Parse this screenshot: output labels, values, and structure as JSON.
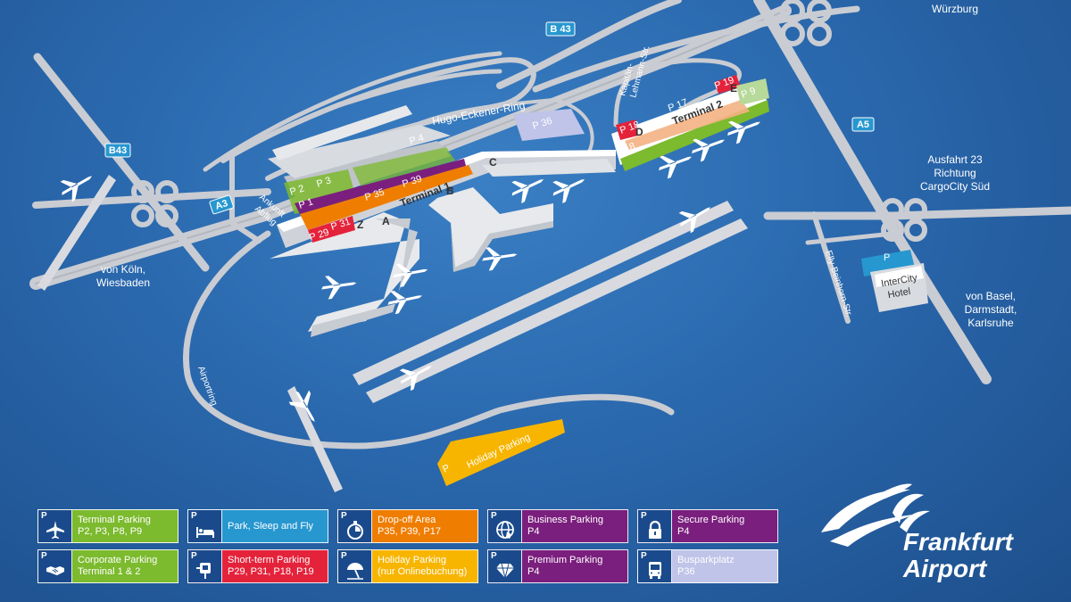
{
  "roads": {
    "b43_top": "B 43",
    "b43_left": "B43",
    "a3": "A3",
    "a5": "A5"
  },
  "places": {
    "wuerzburg": "Würzburg",
    "koeln_1": "von Köln,",
    "koeln_2": "Wiesbaden",
    "ausfahrt_1": "Ausfahrt 23",
    "ausfahrt_2": "Richtung",
    "ausfahrt_3": "CargoCity Süd",
    "basel_1": "von Basel,",
    "basel_2": "Darmstadt,",
    "basel_3": "Karlsruhe",
    "airportring": "Airportring",
    "kapitan_1": "Kapitän-",
    "kapitan_2": "Lehmann-Str.",
    "hugo": "Hugo-Eckener-Ring",
    "elly": "Elly-Beinhorn-Str.",
    "ankunft_1": "Ankunft",
    "ankunft_2": "Abflug",
    "hotel_1": "InterCity",
    "hotel_2": "Hotel",
    "hotel_p": "P"
  },
  "terminals": {
    "t1": "Terminal 1",
    "t2": "Terminal 2",
    "gate_a": "A",
    "gate_b": "B",
    "gate_c": "C",
    "gate_z": "Z",
    "gate_d": "D",
    "gate_e": "E"
  },
  "parking": {
    "p2": "P 2",
    "p3": "P 3",
    "p1": "P 1",
    "p4": "P 4",
    "p35": "P 35",
    "p39": "P 39",
    "p29": "P 29",
    "p31": "P 31",
    "p36": "P 36",
    "p8": "P 8",
    "p9": "P 9",
    "p17": "P 17",
    "p18": "P 18",
    "p19": "P 19",
    "holiday": "Holiday Parking",
    "holiday_p": "P"
  },
  "legend": {
    "p_mark": "P",
    "items": [
      {
        "line1": "Terminal Parking",
        "line2": "P2, P3, P8, P9",
        "color": "#7cba2e",
        "icon": "airplane-icon"
      },
      {
        "line1": "Park, Sleep and Fly",
        "line2": "",
        "color": "#2797d0",
        "icon": "bed-icon"
      },
      {
        "line1": "Drop-off Area",
        "line2": "P35, P39, P17",
        "color": "#ef7d00",
        "icon": "stopwatch-icon"
      },
      {
        "line1": "Business Parking",
        "line2": "P4",
        "color": "#7a1f7d",
        "icon": "globe-icon"
      },
      {
        "line1": "Secure Parking",
        "line2": "P4",
        "color": "#7a1f7d",
        "icon": "lock-icon"
      },
      {
        "line1": "Corporate Parking",
        "line2": "Terminal 1 & 2",
        "color": "#7cba2e",
        "icon": "handshake-icon"
      },
      {
        "line1": "Short-term Parking",
        "line2": "P29, P31, P18, P19",
        "color": "#e4233b",
        "icon": "parking-meter-icon"
      },
      {
        "line1": "Holiday Parking",
        "line2": "(nur Onlinebuchung)",
        "color": "#f7b500",
        "icon": "umbrella-icon"
      },
      {
        "line1": "Premium Parking",
        "line2": "P4",
        "color": "#7a1f7d",
        "icon": "diamond-icon"
      },
      {
        "line1": "Busparkplatz",
        "line2": "P36",
        "color": "#bfc4e8",
        "icon": "bus-icon"
      }
    ]
  },
  "logo": {
    "line1": "Frankfurt",
    "line2": "Airport"
  }
}
